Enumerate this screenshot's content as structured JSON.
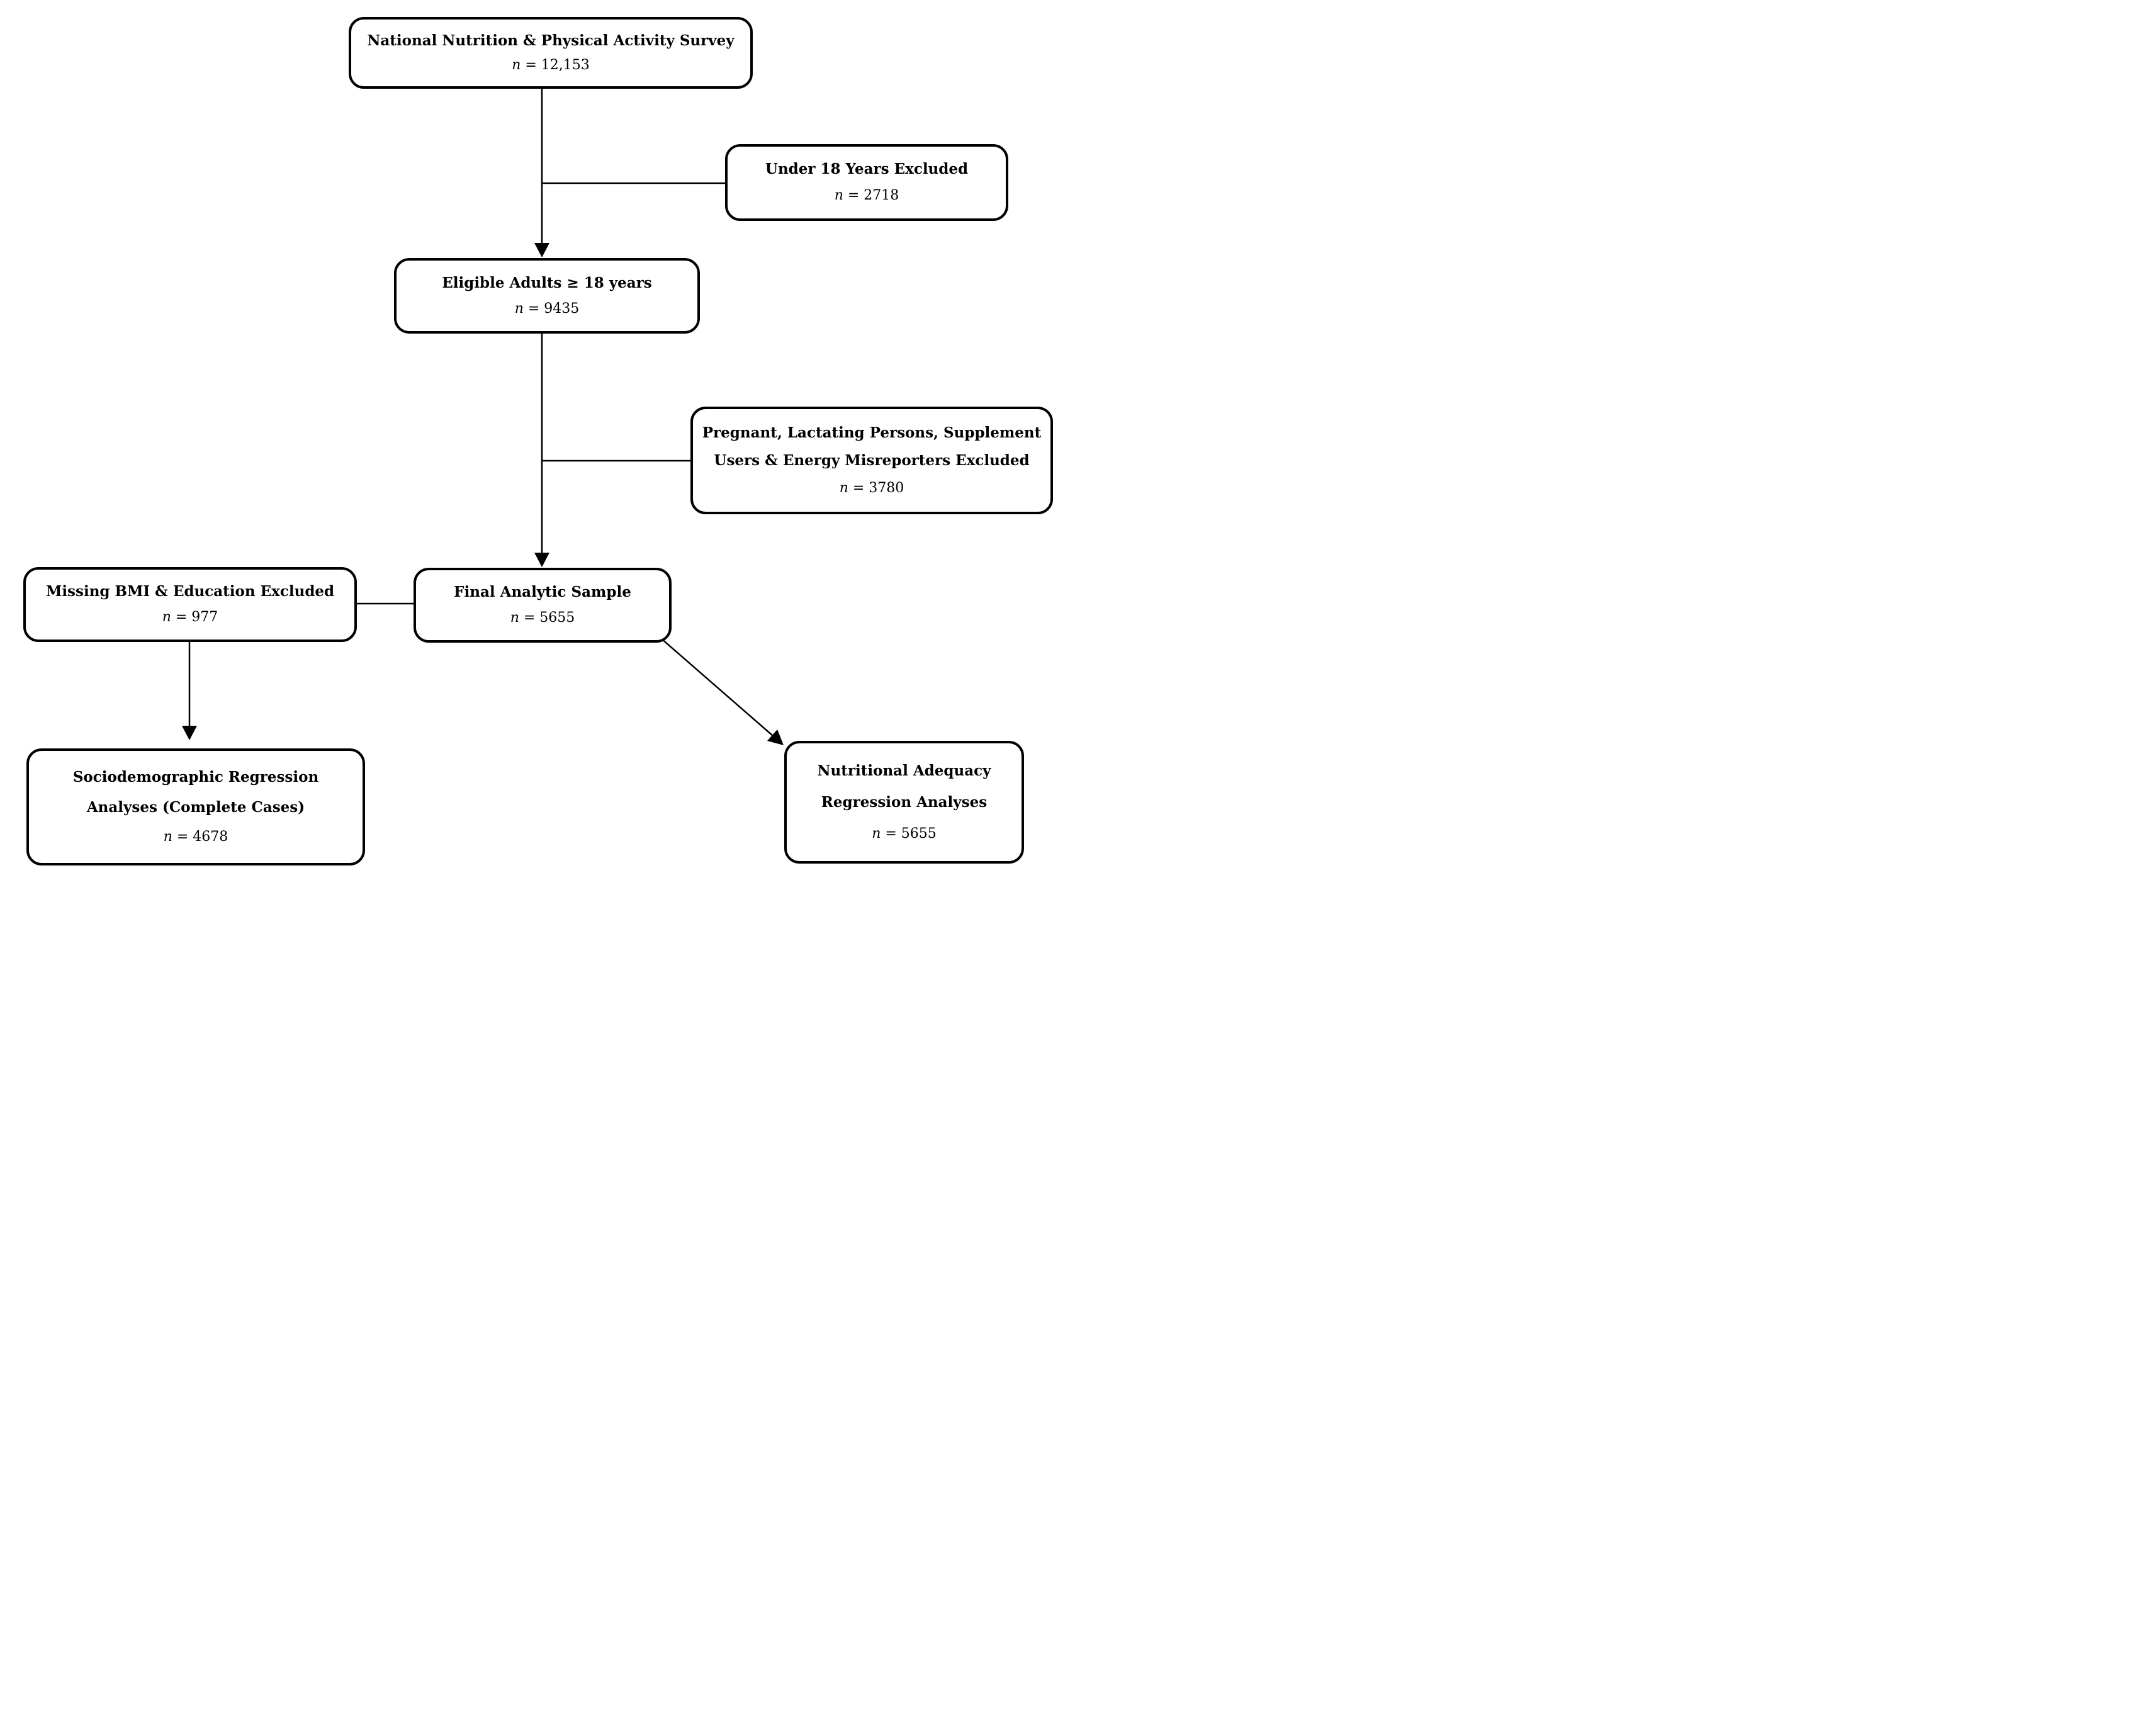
{
  "figure": {
    "type": "participant-flow-diagram",
    "background_color": "#ffffff",
    "line_color": "#000000",
    "box_fill": "#ffffff"
  },
  "boxes": {
    "survey": {
      "lines": [
        "National Nutrition & Physical Activity Survey"
      ],
      "n_italic": "n",
      "n_rest": " = 12,153"
    },
    "under_18_excluded": {
      "lines": [
        "Under 18 Years Excluded"
      ],
      "n_italic": "n",
      "n_rest": " = 2718"
    },
    "eligible_adults": {
      "lines": [
        "Eligible Adults ≥ 18 years"
      ],
      "n_italic": "n",
      "n_rest": " = 9435"
    },
    "pregnant_excluded": {
      "lines": [
        "Pregnant, Lactating Persons, Supplement",
        "Users & Energy Misreporters Excluded"
      ],
      "n_italic": "n",
      "n_rest": " = 3780"
    },
    "missing_excluded": {
      "lines": [
        "Missing BMI & Education Excluded"
      ],
      "n_italic": "n",
      "n_rest": " = 977"
    },
    "final_sample": {
      "lines": [
        "Final Analytic Sample"
      ],
      "n_italic": "n",
      "n_rest": " = 5655"
    },
    "sociodemographic": {
      "lines": [
        "Sociodemographic Regression",
        "Analyses (Complete Cases)"
      ],
      "n_italic": "n",
      "n_rest": " = 4678"
    },
    "nutritional_adequacy": {
      "lines": [
        "Nutritional Adequacy",
        "Regression Analyses"
      ],
      "n_italic": "n",
      "n_rest": " = 5655"
    }
  }
}
